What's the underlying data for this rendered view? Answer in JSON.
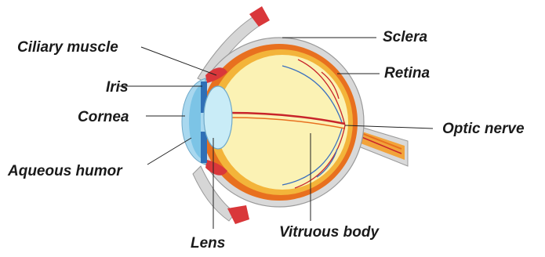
{
  "labels": {
    "ciliary_muscle": "Ciliary muscle",
    "iris": "Iris",
    "cornea": "Cornea",
    "aqueous_humor": "Aqueous humor",
    "lens": "Lens",
    "sclera": "Sclera",
    "retina": "Retina",
    "optic_nerve": "Optic nerve",
    "vitreous_body": "Vitruous body"
  },
  "colors": {
    "sclera": "#d9d9d9",
    "choroid": "#e8701f",
    "retina": "#f3b43a",
    "vitreous": "#fbf2b4",
    "cornea": "#a9d8ef",
    "lens": "#c9ecf7",
    "iris": "#2f6fb6",
    "muscle": "#d9373a",
    "optic_nerve": "#f2a33a",
    "vessel_red": "#c8242a",
    "vessel_blue": "#3a6fbf",
    "leader": "#222222"
  }
}
